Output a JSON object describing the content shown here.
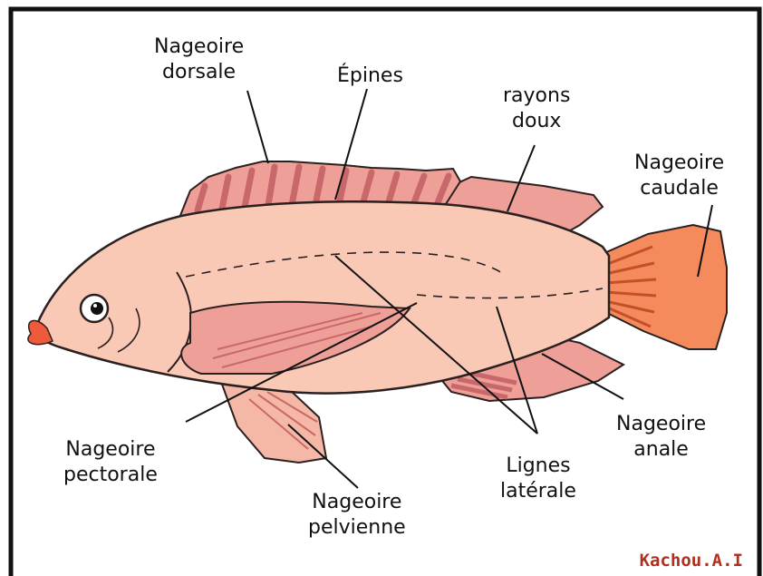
{
  "labels": {
    "dorsal": [
      "Nageoire",
      "dorsale"
    ],
    "spines": "Épines",
    "soft_rays": [
      "rayons",
      "doux"
    ],
    "caudal": [
      "Nageoire",
      "caudale"
    ],
    "pectoral": [
      "Nageoire",
      "pectorale"
    ],
    "pelvic": [
      "Nageoire",
      "pelvienne"
    ],
    "lateral_lines": [
      "Lignes",
      "latérale"
    ],
    "anal": [
      "Nageoire",
      "anale"
    ]
  },
  "credit": "Kachou.A.I",
  "colors": {
    "body": "#f9c9b5",
    "fin": "#ee9f98",
    "fin_dark": "#c9686a",
    "caudal_fin": "#f58a5c",
    "lip": "#f05a3c",
    "outline": "#2a2020",
    "frame": "#111111",
    "credit": "#b03020"
  }
}
